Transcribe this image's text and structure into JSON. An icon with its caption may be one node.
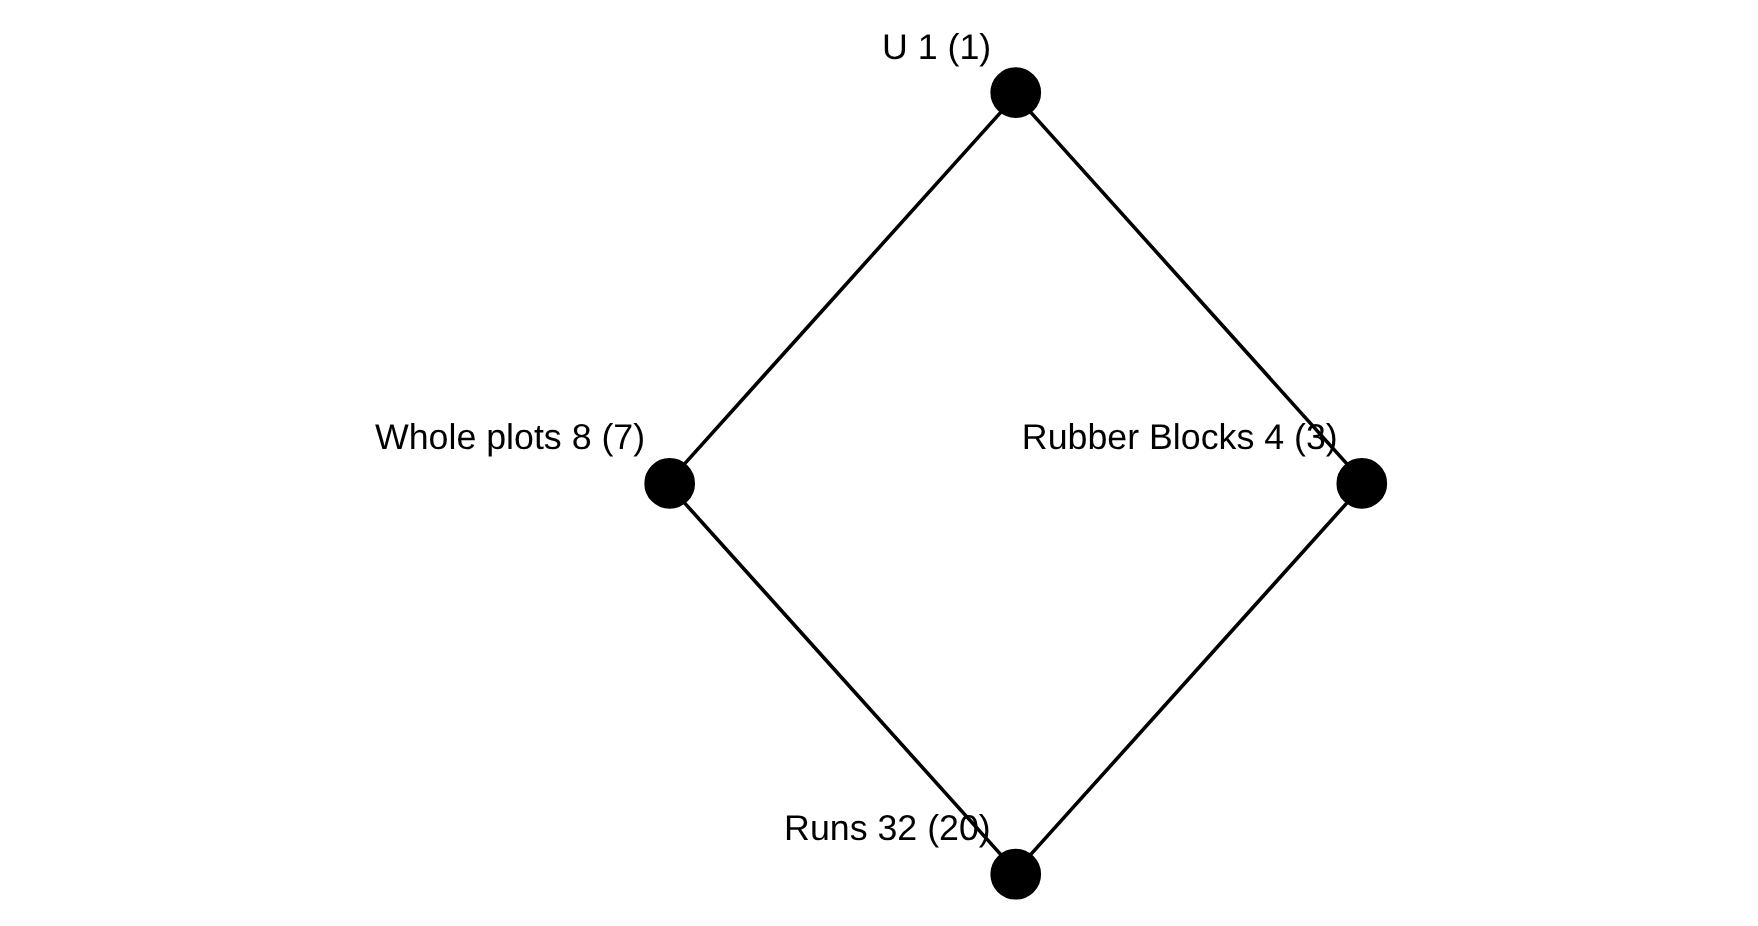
{
  "diagram": {
    "nodes": [
      {
        "text": [],
        "shape": "circle",
        "beside": [
          "U 1 (1)"
        ]
      },
      {
        "text": [],
        "shape": "circle",
        "beside": [
          "Whole plots 8 (7)"
        ]
      },
      {
        "text": [],
        "shape": "circle",
        "beside": [
          "Rubber Blocks 4 (3)"
        ]
      },
      {
        "text": [],
        "shape": "circle",
        "beside": [
          "Runs 32 (20)"
        ]
      }
    ],
    "edges": [
      {
        "from": 0,
        "to": 1,
        "arrow": "none"
      },
      {
        "from": 0,
        "to": 2,
        "arrow": "none"
      },
      {
        "from": 1,
        "to": 3,
        "arrow": "none"
      },
      {
        "from": 2,
        "to": 3,
        "arrow": "none"
      }
    ]
  }
}
